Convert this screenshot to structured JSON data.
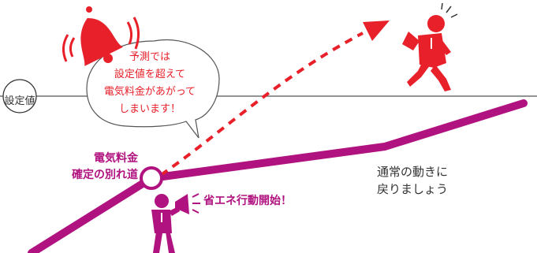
{
  "setpoint_label": "設定値",
  "callout_text": "予測では\n設定値を超えて\n電気料金があがって\nしまいます！",
  "branch_label": "電気料金\n確定の別れ道",
  "start_label": "省エネ行動開始！",
  "normal_label": "通常の動きに\n戻りましょう",
  "colors": {
    "magenta": "#b0127f",
    "red": "#e8202a",
    "line": "#555555"
  }
}
